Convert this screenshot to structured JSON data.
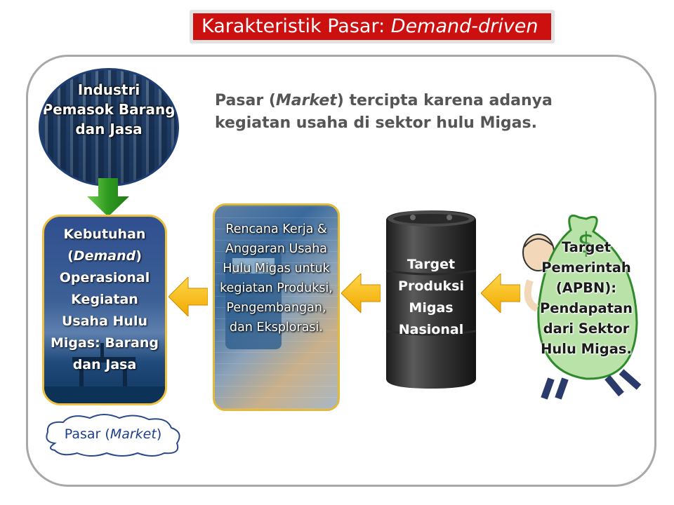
{
  "title": {
    "prefix": "Karakteristik Pasar:",
    "emphasis": "Demand-driven"
  },
  "intro": {
    "part1": "Pasar (",
    "italic": "Market",
    "part2": ") tercipta karena adanya kegiatan usaha di sektor hulu Migas."
  },
  "industri": {
    "label": "Industri Pemasok Barang dan Jasa"
  },
  "demand": {
    "part1": "Kebutuhan (",
    "italic": "Demand",
    "part2": ") Operasional Kegiatan Usaha Hulu Migas: Barang dan Jasa"
  },
  "rencana": {
    "label": "Rencana Kerja & Anggaran Usaha Hulu Migas untuk kegiatan Produksi, Pengembangan, dan Eksplorasi."
  },
  "barrel": {
    "label": "Target Produksi Migas Nasional"
  },
  "target": {
    "label": "Target Pemerintah (APBN): Pendapatan dari Sektor Hulu Migas."
  },
  "pasar": {
    "part1": "Pasar (",
    "italic": "Market",
    "part2": ")"
  },
  "colors": {
    "title_bg": "#cc1010",
    "frame": "#a8a8a8",
    "arrow": "#f5b800",
    "down_arrow": "#3aa02a",
    "cloud_text": "#1d3f8a",
    "money_green": "#39a93a"
  }
}
